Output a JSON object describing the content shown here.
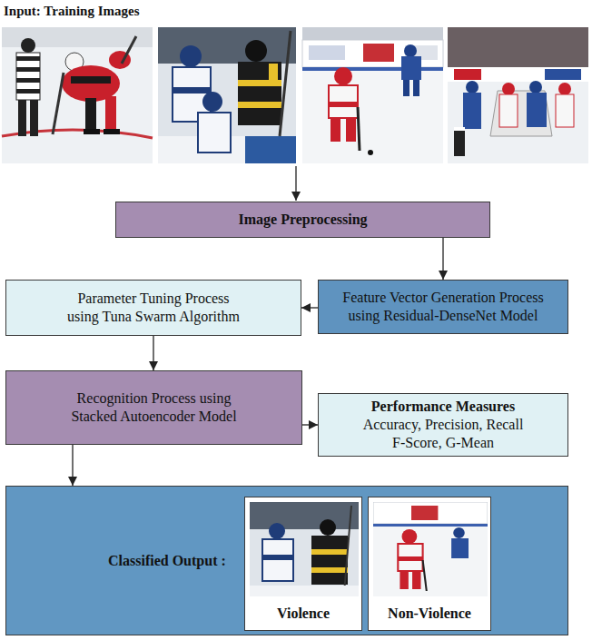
{
  "diagram": {
    "title": "Input: Training Images",
    "nodes": [
      {
        "text": [
          "Image Preprocessing"
        ]
      },
      {
        "text": [
          "Parameter Tuning Process using Tuna Swarm Algorithm"
        ]
      },
      {
        "text": [
          "Feature Vector Generation Process using Residual-DenseNet Model"
        ]
      },
      {
        "text": [
          "Recognition Process using Stacked Autoencoder Model"
        ]
      },
      {
        "text": [
          "Performance Measures",
          "Accuracy, Precision, Recall F-Score, G-Mean"
        ]
      },
      {
        "text": [
          "Classified Output :"
        ]
      },
      {
        "text": [
          "Violence"
        ],
        "in": 5
      },
      {
        "text": [
          "Non-Violence"
        ],
        "in": 5
      }
    ],
    "edges": [
      {
        "from": 0,
        "to": 2,
        "arrow": "to"
      },
      {
        "from": 2,
        "to": 1,
        "arrow": "to"
      },
      {
        "from": 1,
        "to": 3,
        "arrow": "to"
      },
      {
        "from": 3,
        "to": 4,
        "arrow": "to"
      },
      {
        "from": 3,
        "to": 5,
        "arrow": "to"
      }
    ]
  }
}
